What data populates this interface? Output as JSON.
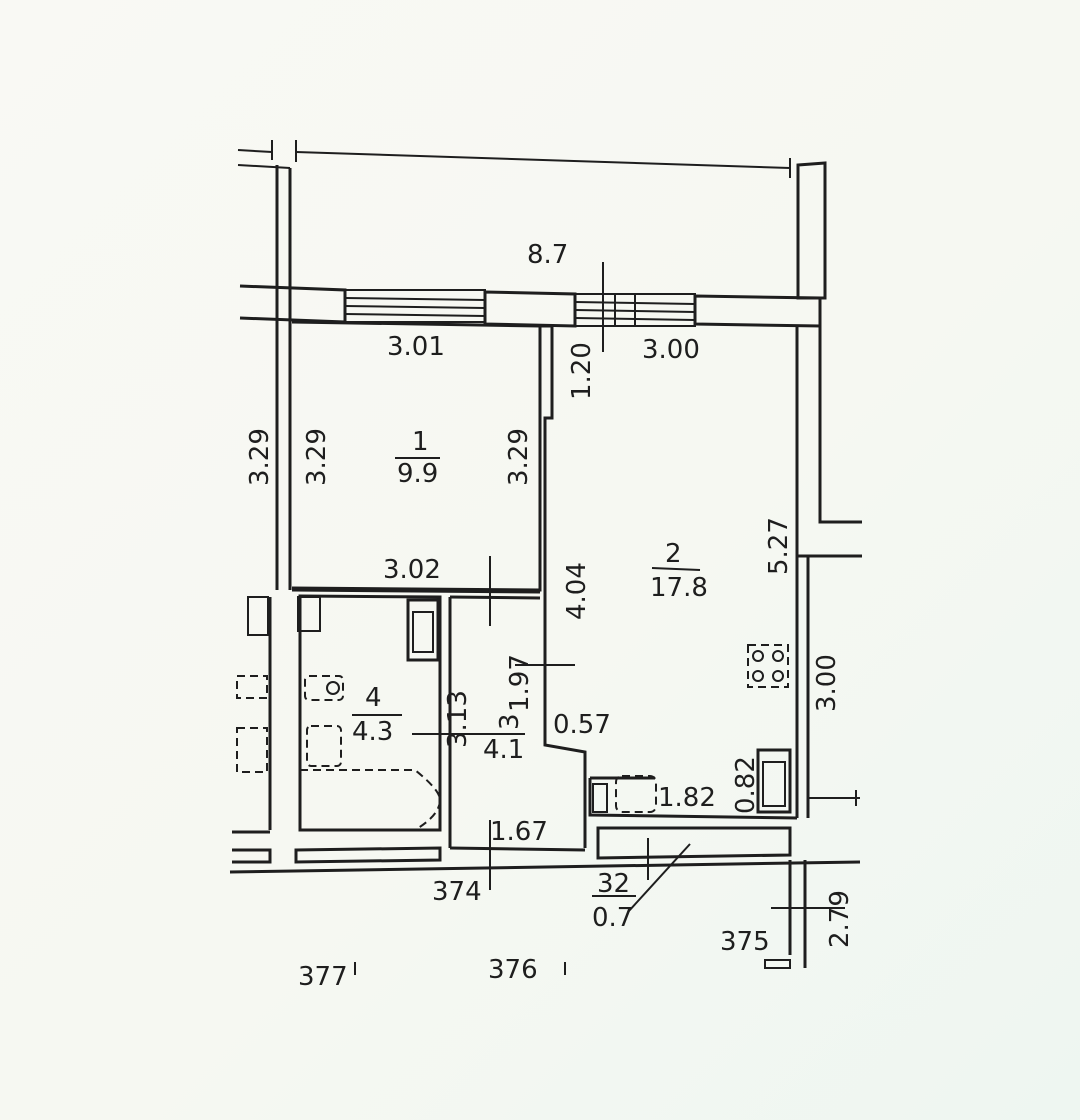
{
  "rooms": [
    {
      "number": "1",
      "area": "9.9"
    },
    {
      "number": "2",
      "area": "17.8"
    },
    {
      "number": "3",
      "area": "4.1"
    },
    {
      "number": "4",
      "area": "4.3"
    },
    {
      "number": "32",
      "area": "0.7"
    }
  ],
  "dimensions": {
    "balcony_width": "8.7",
    "room1_top": "3.01",
    "room2_top": "3.00",
    "window_depth": "1.20",
    "left_outer": "3.29",
    "room1_left": "3.29",
    "room1_right": "3.29",
    "room1_bottom": "3.02",
    "room2_left": "4.04",
    "room2_right": "5.27",
    "right_lower": "3.00",
    "corridor_vertical": "1.97",
    "bath_height": "3.13",
    "corridor_step": "0.57",
    "kitchen_bottom": "1.82",
    "kitchen_side": "0.82",
    "hall_bottom": "1.67",
    "neighbor_right": "2.79"
  },
  "apartments": {
    "apt_374": "374",
    "apt_375": "375",
    "apt_376": "376",
    "apt_377": "377"
  }
}
